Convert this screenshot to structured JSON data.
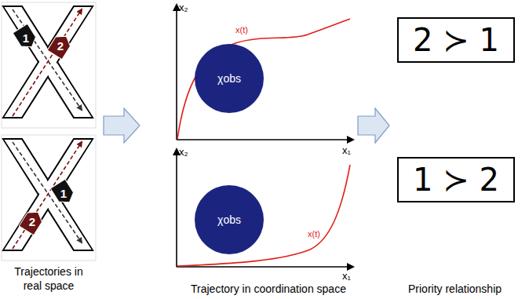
{
  "diagram": {
    "nodes": [
      {
        "text": [
          "1"
        ]
      },
      {
        "text": [
          "2"
        ]
      },
      {
        "text": [
          "χobs"
        ]
      },
      {
        "text": [
          "2 ≻ 1"
        ]
      },
      {
        "text": [
          "2"
        ]
      },
      {
        "text": [
          "1"
        ]
      },
      {
        "text": [
          "χobs"
        ]
      },
      {
        "text": [
          "1 ≻ 2"
        ]
      }
    ],
    "labels": [
      "x₂",
      "x(t)",
      "x₁",
      "x₂",
      "x(t)",
      "x₁",
      "Trajectories in real space",
      "Trajectory in coordination space",
      "Priority relationship"
    ]
  }
}
